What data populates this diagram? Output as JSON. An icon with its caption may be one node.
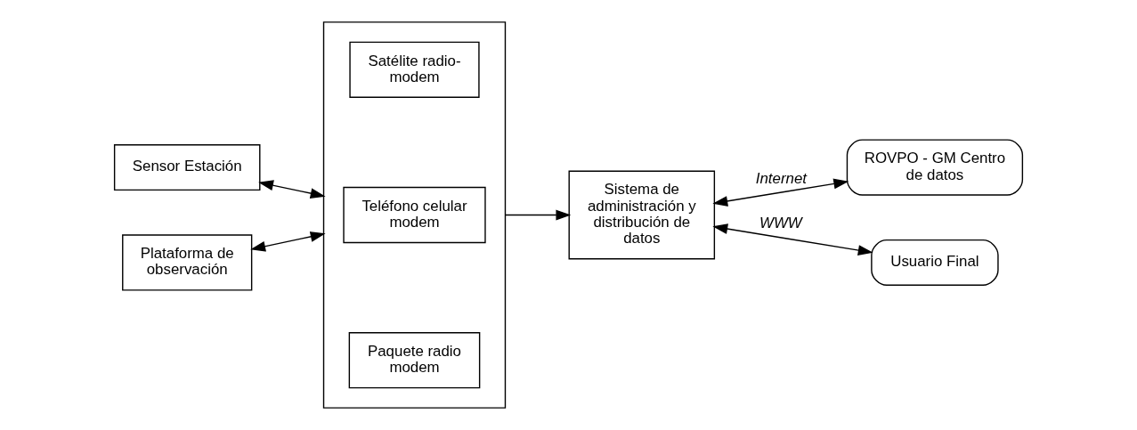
{
  "diagram": {
    "nodes": [
      {
        "text": [
          "Sensor Estación"
        ]
      },
      {
        "text": [
          "Plataforma de observación"
        ]
      },
      {
        "text": [],
        "shape": "box"
      },
      {
        "text": [
          "Satélite radio-modem"
        ],
        "in": 2
      },
      {
        "text": [
          "Teléfono celular modem"
        ],
        "in": 2
      },
      {
        "text": [
          "Paquete radio modem"
        ],
        "in": 2
      },
      {
        "text": [
          "Sistema de administración y distribución de datos"
        ]
      },
      {
        "text": [
          "ROVPO - GM Centro de datos"
        ]
      },
      {
        "text": [
          "Usuario Final"
        ]
      }
    ],
    "edges": [
      {
        "from": 0,
        "to": 2,
        "arrow": "both"
      },
      {
        "from": 1,
        "to": 2,
        "arrow": "both"
      },
      {
        "from": 2,
        "to": 6,
        "arrow": "to"
      },
      {
        "from": 6,
        "to": 7,
        "arrow": "both",
        "label": "Internet"
      },
      {
        "from": 6,
        "to": 8,
        "arrow": "both",
        "label": "WWW"
      }
    ]
  }
}
